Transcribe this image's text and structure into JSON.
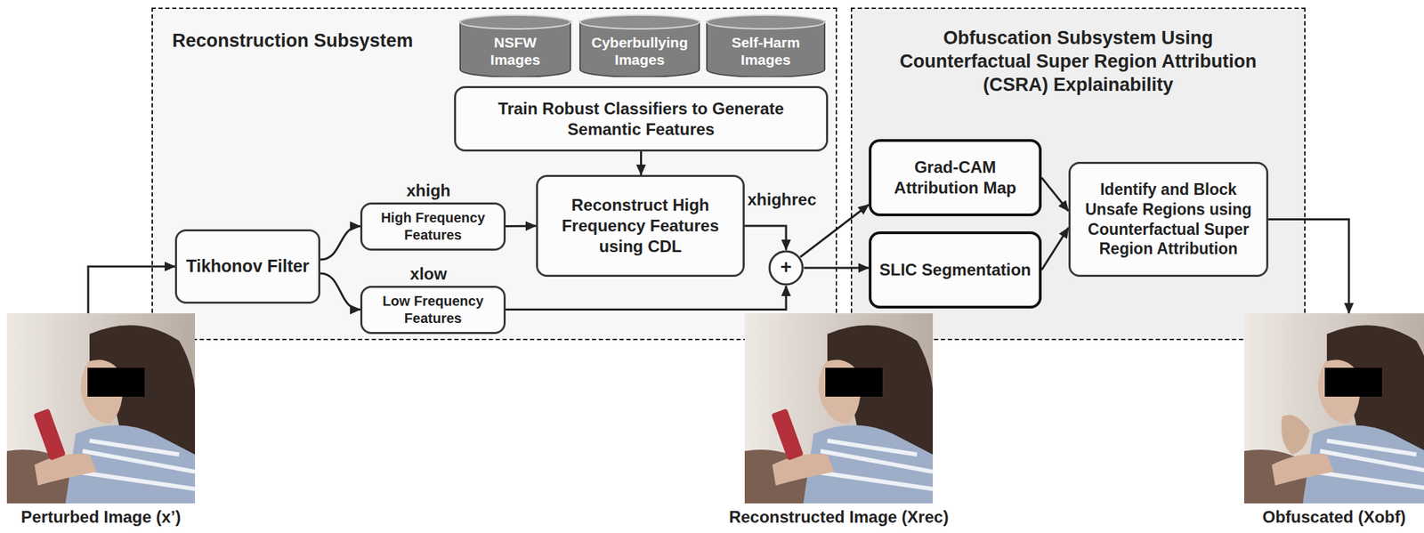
{
  "diagram": {
    "nodes": [
      {
        "text": [
          "Reconstruction Subsystem"
        ]
      },
      {
        "text": [
          "NSFW Images"
        ],
        "in": 0
      },
      {
        "text": [
          "Cyberbullying Images"
        ],
        "in": 0
      },
      {
        "text": [
          "Self-Harm Images"
        ],
        "in": 0
      },
      {
        "text": [
          "Train Robust Classifiers to Generate Semantic Features"
        ],
        "in": 0
      },
      {
        "text": [
          "Tikhonov Filter"
        ],
        "in": 0
      },
      {
        "text": [
          "High Frequency Features"
        ],
        "in": 0
      },
      {
        "text": [
          "Low Frequency Features"
        ],
        "in": 0
      },
      {
        "text": [
          "Reconstruct High Frequency Features using CDL"
        ],
        "in": 0
      },
      {
        "text": [
          "+"
        ],
        "in": 0
      },
      {
        "text": [
          "Obfuscation Subsystem Using Counterfactual Super Region Attribution (CSRA) Explainability"
        ]
      },
      {
        "text": [
          "Grad-CAM Attribution Map"
        ],
        "in": 10
      },
      {
        "text": [
          "SLIC Segmentation"
        ],
        "in": 10
      },
      {
        "text": [
          "Identify and Block Unsafe Regions using Counterfactual Super Region Attribution"
        ],
        "in": 10
      },
      {
        "text": [
          "Perturbed Image (x’)"
        ]
      },
      {
        "text": [
          "Reconstructed Image (Xrec)"
        ]
      },
      {
        "text": [
          "Obfuscated (Xobf)"
        ]
      }
    ],
    "edges": [
      {
        "from": 14,
        "to": 5,
        "arrow": "to"
      },
      {
        "from": 5,
        "to": 6,
        "label": "xhigh",
        "arrow": "to"
      },
      {
        "from": 5,
        "to": 7,
        "label": "xlow",
        "arrow": "to"
      },
      {
        "from": 6,
        "to": 8,
        "arrow": "to"
      },
      {
        "from": 4,
        "to": 8,
        "arrow": "to"
      },
      {
        "from": 8,
        "to": 9,
        "label": "xhighrec",
        "arrow": "to"
      },
      {
        "from": 7,
        "to": 9,
        "arrow": "to"
      },
      {
        "from": 9,
        "to": 11,
        "arrow": "to"
      },
      {
        "from": 9,
        "to": 12,
        "arrow": "to"
      },
      {
        "from": 11,
        "to": 13,
        "arrow": "to"
      },
      {
        "from": 12,
        "to": 13,
        "arrow": "to"
      },
      {
        "from": 13,
        "to": 16,
        "arrow": "to"
      }
    ]
  }
}
